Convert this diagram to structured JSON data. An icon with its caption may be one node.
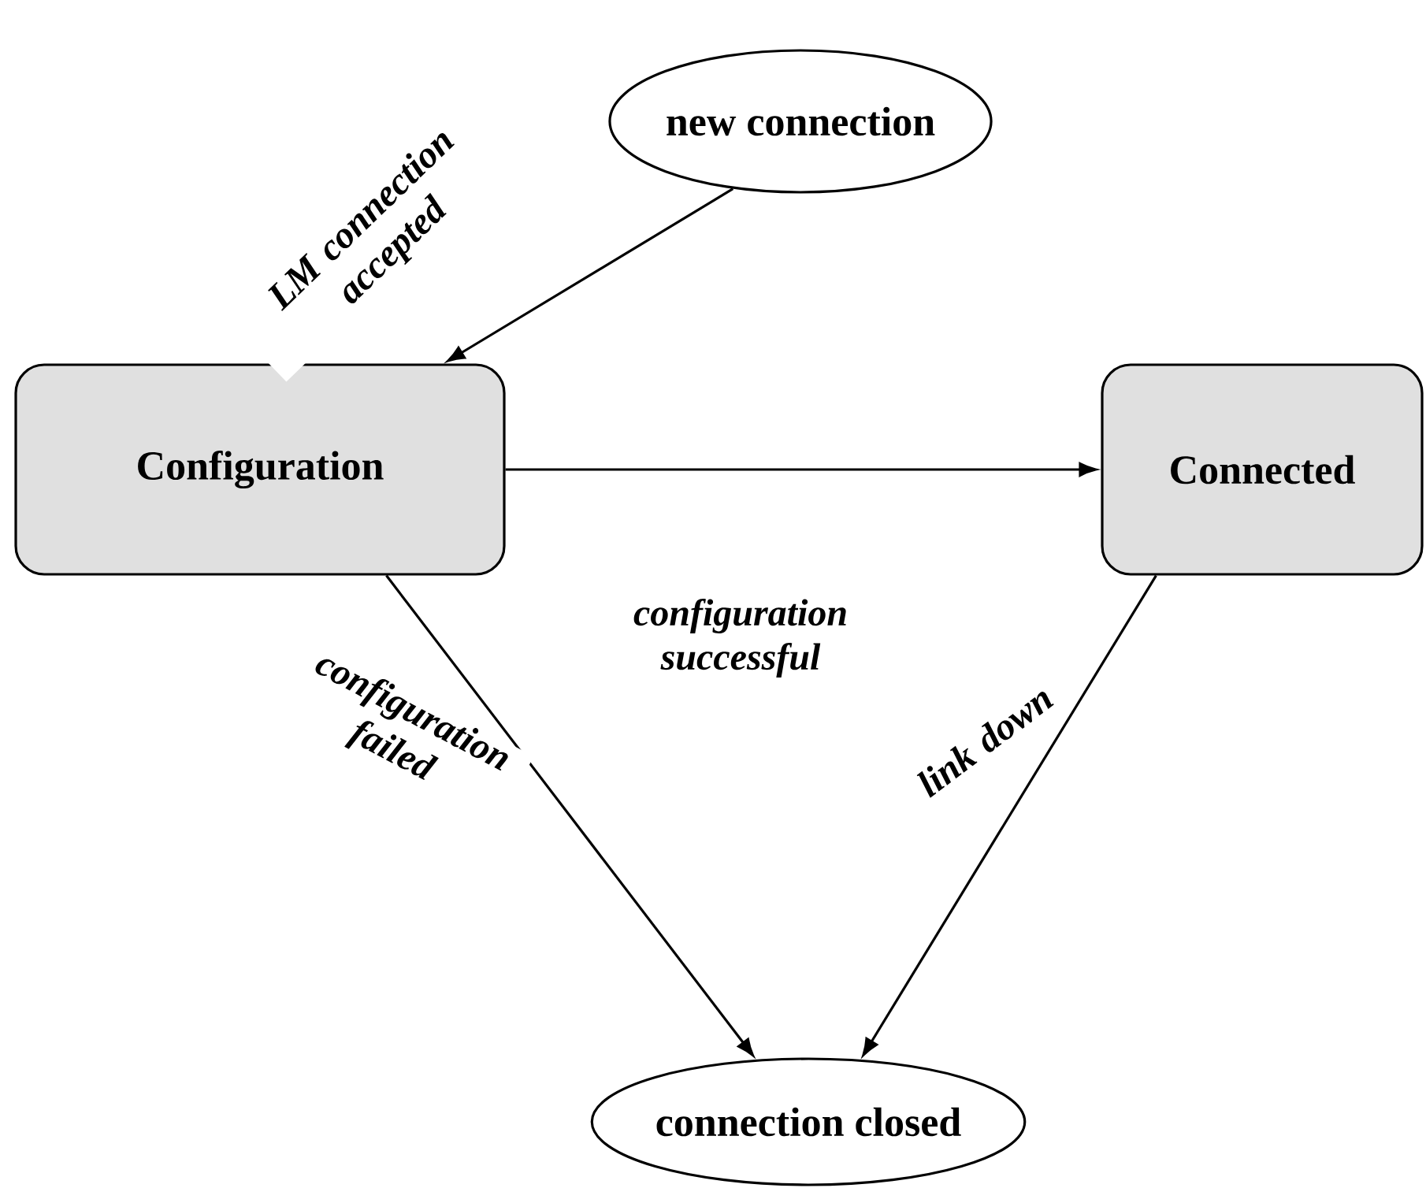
{
  "diagram": {
    "nodes": [
      {
        "text": [
          "new connection"
        ]
      },
      {
        "text": [
          "Configuration"
        ]
      },
      {
        "text": [
          "Connected"
        ]
      },
      {
        "text": [
          "connection closed"
        ]
      }
    ],
    "edges": [
      {
        "from": 0,
        "to": 1,
        "arrow": "to",
        "label": "LM connection accepted"
      },
      {
        "from": 1,
        "to": 2,
        "arrow": "to",
        "label": "configuration successful"
      },
      {
        "from": 1,
        "to": 3,
        "arrow": "to",
        "label": "configuration failed"
      },
      {
        "from": 2,
        "to": 3,
        "arrow": "to",
        "label": "link down"
      }
    ]
  }
}
